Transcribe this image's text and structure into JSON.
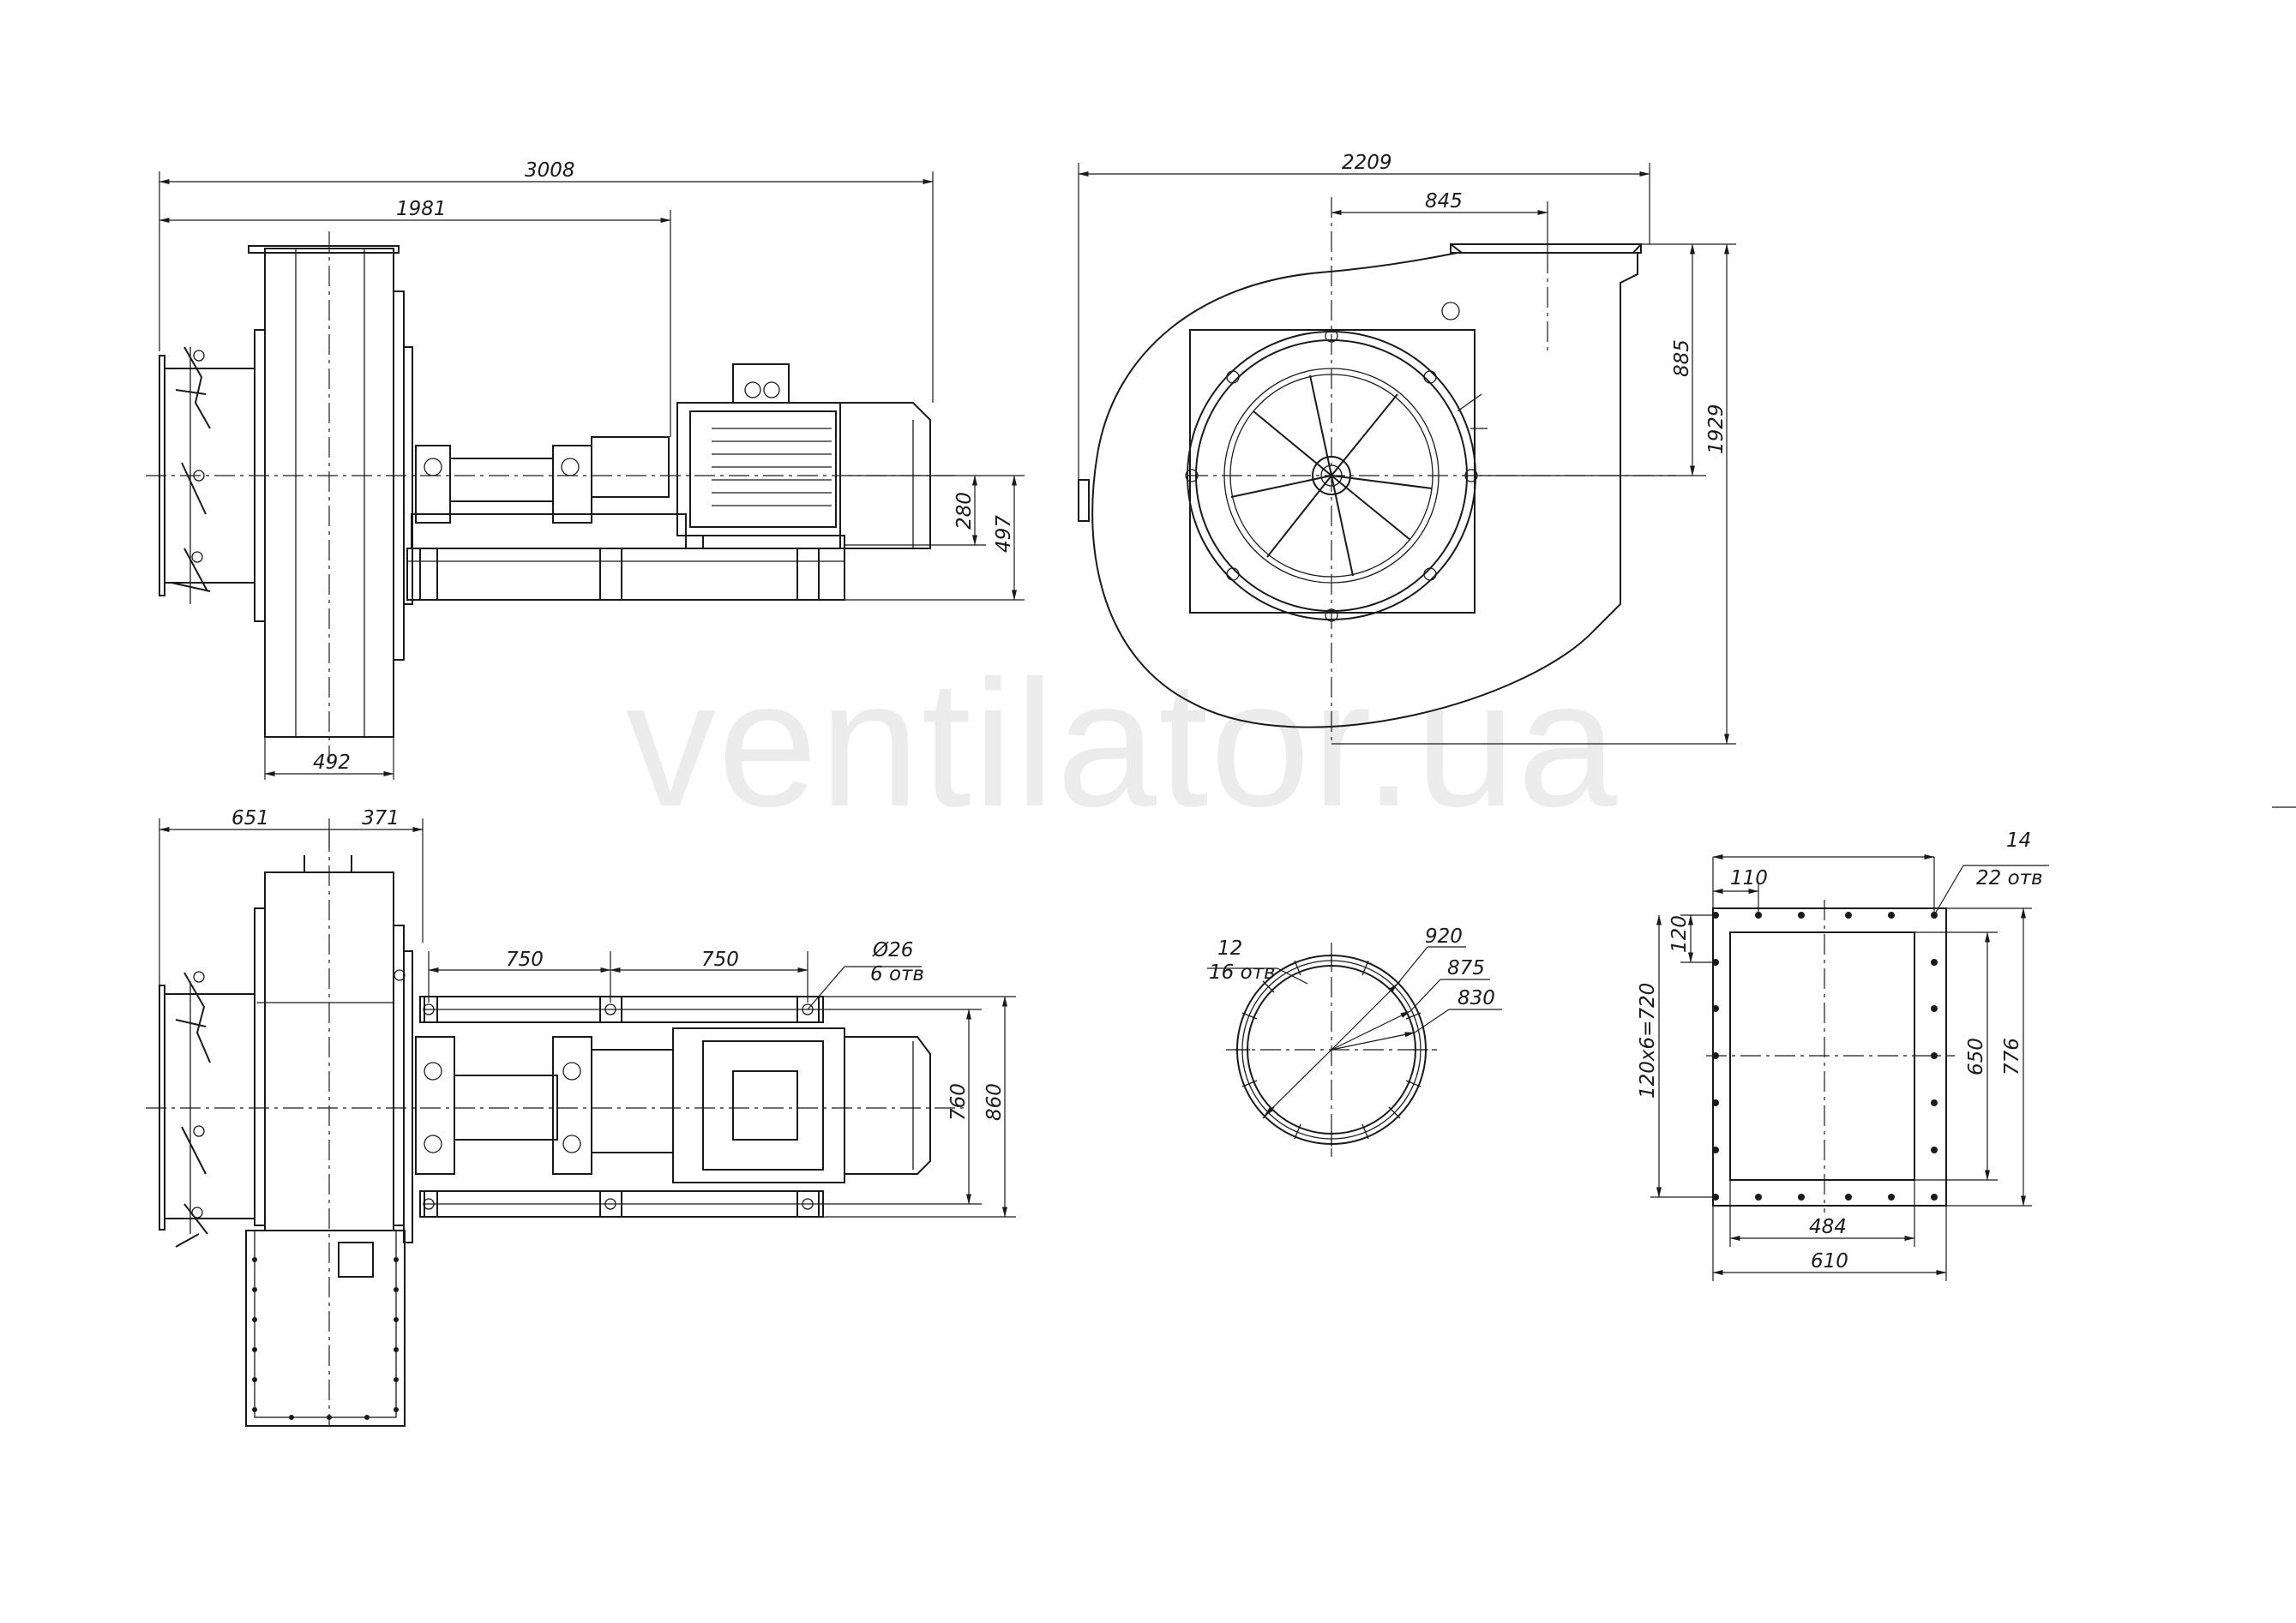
{
  "watermark": "ventilator.ua",
  "side_view": {
    "overall_length": "3008",
    "to_motor_end": "1981",
    "shaft_height": "280",
    "base_height": "497",
    "inlet_width": "492"
  },
  "front_view": {
    "overall_width": "2209",
    "outlet_offset": "845",
    "outlet_height": "885",
    "overall_height": "1929"
  },
  "plan_view": {
    "inlet_offset": "651",
    "casing_half": "371",
    "frame_span_1": "750",
    "frame_span_2": "750",
    "hole_dia": "Ø26",
    "hole_count": "6 отв",
    "frame_inner": "760",
    "frame_outer": "860"
  },
  "inlet_flange": {
    "hole_dia": "12",
    "hole_count": "16 отв",
    "d_outer": "920",
    "d_bolt": "875",
    "d_inner": "830"
  },
  "outlet_flange": {
    "hole_dia": "14",
    "hole_count": "22 отв",
    "pitch": "110",
    "edge": "120",
    "row_spacing": "120x6=720",
    "inner_height": "650",
    "outer_height": "776",
    "inner_width": "484",
    "outer_width": "610"
  }
}
